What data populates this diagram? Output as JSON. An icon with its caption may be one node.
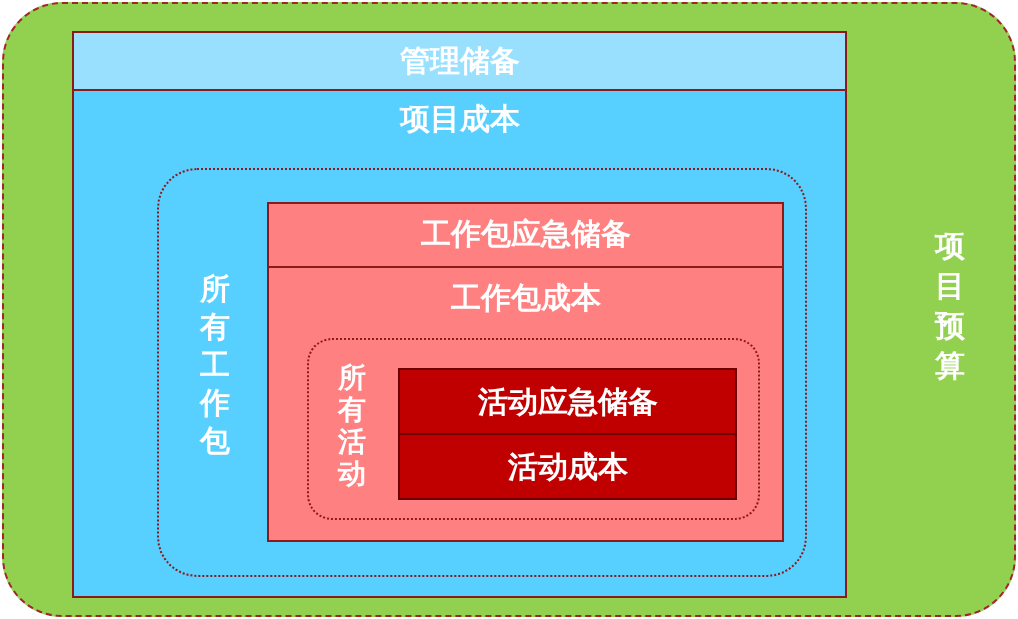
{
  "diagram": {
    "nodes": [
      {
        "text": [
          "项目预算"
        ]
      },
      {
        "text": [
          "管理储备"
        ],
        "in": 0
      },
      {
        "text": [
          "项目成本"
        ],
        "in": 0
      },
      {
        "text": [
          "所有工作包"
        ],
        "in": 2
      },
      {
        "text": [
          "工作包应急储备"
        ],
        "in": 3
      },
      {
        "text": [
          "工作包成本"
        ],
        "in": 3
      },
      {
        "text": [
          "所有活动"
        ],
        "in": 5
      },
      {
        "text": [
          "活动应急储备"
        ],
        "in": 6
      },
      {
        "text": [
          "活动成本"
        ],
        "in": 6
      }
    ]
  }
}
